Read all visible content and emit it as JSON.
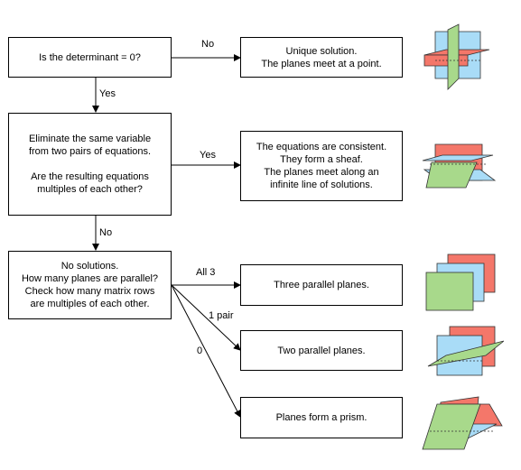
{
  "boxes": {
    "determinant": "Is the determinant = 0?",
    "unique": "Unique solution.\nThe planes meet at a point.",
    "eliminate": "Eliminate the same variable\nfrom two pairs of equations.\n\nAre the resulting equations\nmultiples of each other?",
    "consistent": "The equations are consistent.\nThey form a sheaf.\nThe planes meet along an\ninfinite line of solutions.",
    "no_solutions": "No solutions.\nHow many planes are parallel?\nCheck how many matrix rows\nare multiples of each other.",
    "three_parallel": "Three parallel planes.",
    "two_parallel": "Two parallel planes.",
    "prism": "Planes form a prism."
  },
  "edges": {
    "no_1": "No",
    "yes_1": "Yes",
    "yes_2": "Yes",
    "no_2": "No",
    "all3": "All 3",
    "one_pair": "1 pair",
    "zero": "0"
  },
  "colors": {
    "red": "#f4776a",
    "blue": "#a9dcf7",
    "green": "#a8d98b",
    "line": "#000000"
  },
  "icons": [
    "point-planes-icon",
    "sheaf-planes-icon",
    "three-parallel-planes-icon",
    "two-parallel-planes-icon",
    "prism-planes-icon"
  ]
}
